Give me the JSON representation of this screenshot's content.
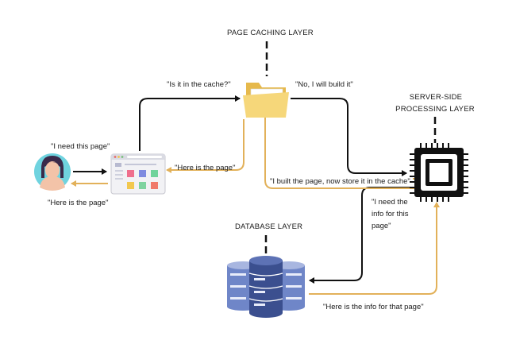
{
  "layers": {
    "page_caching": "PAGE CACHING LAYER",
    "server_side_line1": "SERVER-SIDE",
    "server_side_line2": "PROCESSING LAYER",
    "database": "DATABASE LAYER"
  },
  "messages": {
    "is_in_cache": "\"Is it in the cache?\"",
    "no_build": "\"No, I will build it\"",
    "need_page": "\"I need this page\"",
    "here_page_1": "\"Here is the page\"",
    "here_page_2": "\"Here is the page\"",
    "built_store": "\"I built the page, now store it in the cache\"",
    "need_info_1": "\"I need the",
    "need_info_2": "info for this",
    "need_info_3": "page\"",
    "here_info": "\"Here is the info for that page\""
  },
  "colors": {
    "request_arrow": "#111111",
    "response_arrow": "#e2b15a",
    "folder": "#f6d77a",
    "folder_dark": "#e6b94c",
    "db_blue": "#3b4f8f",
    "db_light": "#6f86c8",
    "avatar_bg": "#6fd3df",
    "skin": "#f3c3a8",
    "hair": "#3a2a4a"
  },
  "icons": [
    "user-avatar-icon",
    "browser-window-icon",
    "folder-icon",
    "cpu-chip-icon",
    "database-icon"
  ]
}
